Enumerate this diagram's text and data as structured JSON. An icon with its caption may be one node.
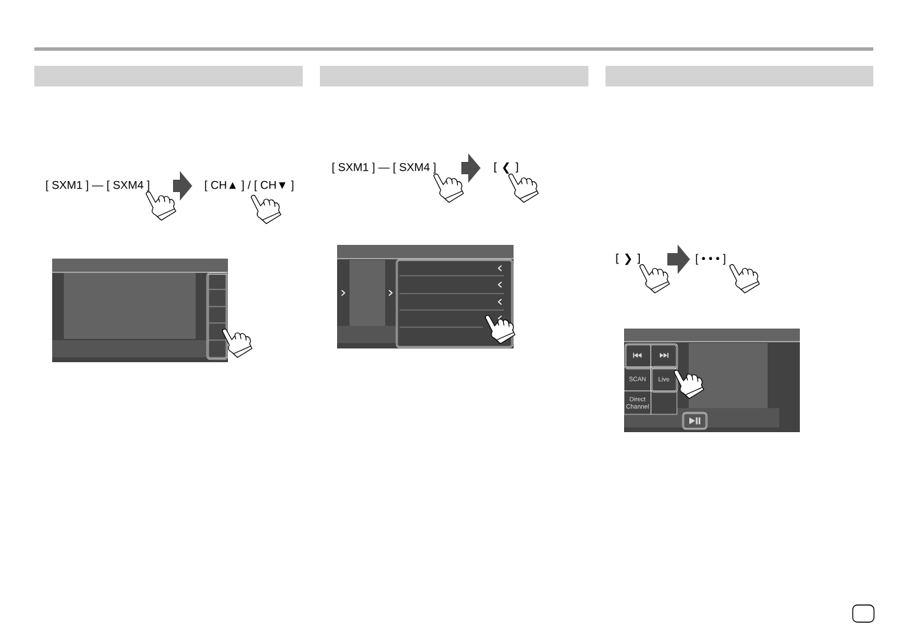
{
  "diagram": {
    "nodes": [
      {
        "text": [
          "[ SXM1 ] — [ SXM4 ]"
        ]
      },
      {
        "text": [
          "[ CH▲ ] / [ CH▼ ]"
        ]
      },
      {
        "text": [
          "[ SXM1 ] — [ SXM4 ]"
        ]
      },
      {
        "text": [
          "[ ❮ ]"
        ]
      },
      {
        "text": [
          "[ ❯ ]"
        ]
      },
      {
        "text": [
          "[ • • • ]"
        ]
      }
    ],
    "edges": [
      {
        "from": 0,
        "to": 1,
        "arrow": "to"
      },
      {
        "from": 2,
        "to": 3,
        "arrow": "to"
      },
      {
        "from": 4,
        "to": 5,
        "arrow": "to"
      }
    ],
    "labels": [
      "SCAN",
      "Live",
      "Direct Channel"
    ]
  }
}
